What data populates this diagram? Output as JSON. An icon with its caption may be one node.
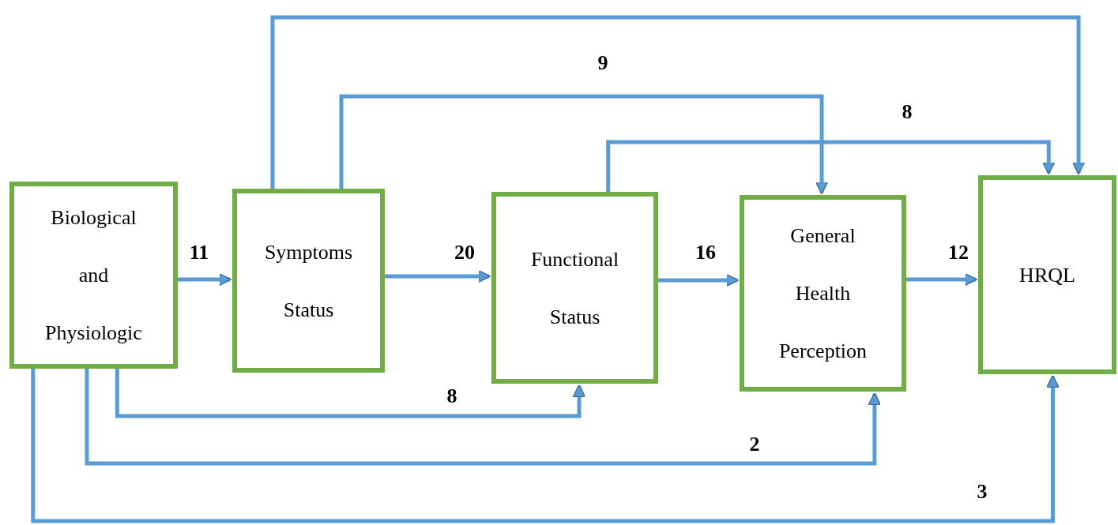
{
  "diagram": {
    "nodes": [
      {
        "text": [
          "Biological and Physiologic"
        ]
      },
      {
        "text": [
          "Symptoms Status"
        ]
      },
      {
        "text": [
          "Functional Status"
        ]
      },
      {
        "text": [
          "General Health Perception"
        ]
      },
      {
        "text": [
          "HRQL"
        ]
      }
    ],
    "edges": [
      {
        "from": 0,
        "to": 1,
        "arrow": "to",
        "label": "11"
      },
      {
        "from": 1,
        "to": 2,
        "arrow": "to",
        "label": "20"
      },
      {
        "from": 2,
        "to": 3,
        "arrow": "to",
        "label": "16"
      },
      {
        "from": 3,
        "to": 4,
        "arrow": "to",
        "label": "12"
      },
      {
        "from": 1,
        "to": 4,
        "arrow": "to"
      },
      {
        "from": 1,
        "to": 3,
        "arrow": "to",
        "label": "9"
      },
      {
        "from": 2,
        "to": 4,
        "arrow": "to",
        "label": "8"
      },
      {
        "from": 0,
        "to": 2,
        "arrow": "to",
        "label": "8"
      },
      {
        "from": 0,
        "to": 3,
        "arrow": "to",
        "label": "2"
      },
      {
        "from": 0,
        "to": 4,
        "arrow": "to",
        "label": "3"
      }
    ]
  }
}
